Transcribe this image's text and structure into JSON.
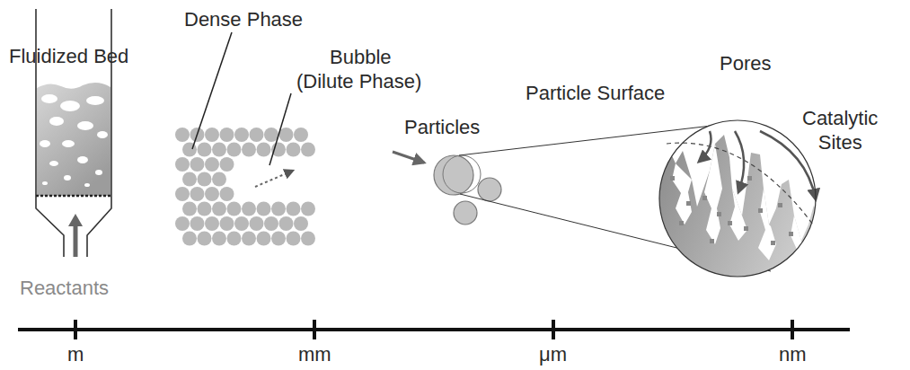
{
  "diagram": {
    "labels": [
      "Fluidized Bed",
      "Dense Phase",
      "Bubble (Dilute Phase)",
      "Particles",
      "Particle Surface",
      "Pores",
      "Catalytic Sites",
      "Reactants",
      "m",
      "mm",
      "μm",
      "nm"
    ]
  }
}
